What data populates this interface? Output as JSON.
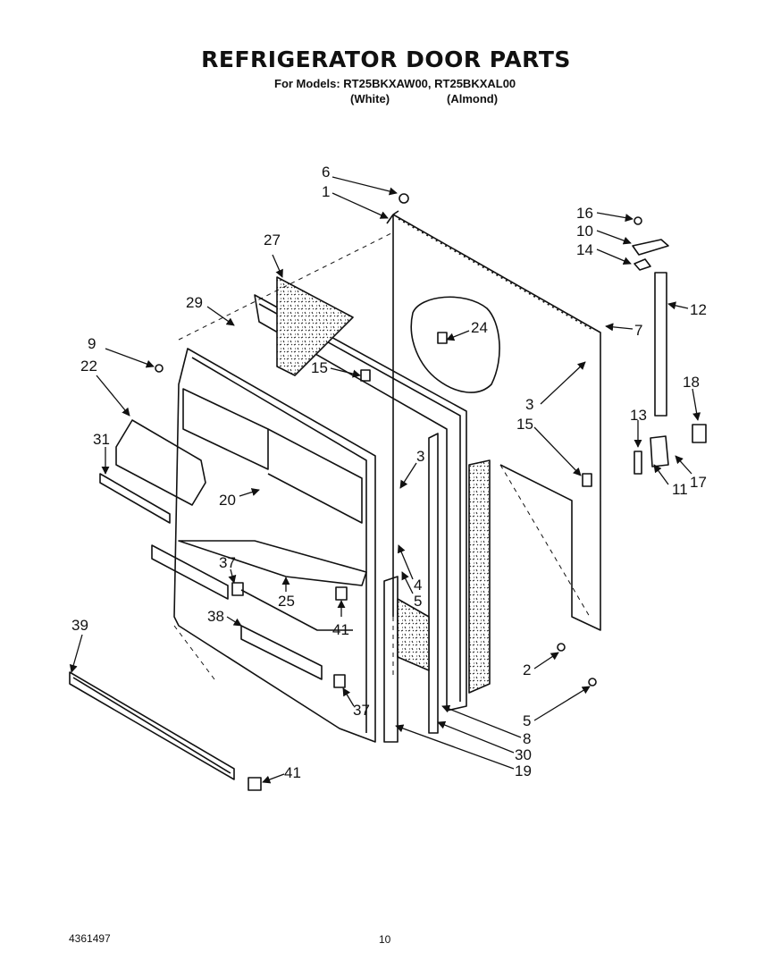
{
  "header": {
    "title": "REFRIGERATOR DOOR PARTS",
    "models_line": "For Models: RT25BKXAW00, RT25BKXAL00",
    "color_white": "(White)",
    "color_almond": "(Almond)"
  },
  "footer": {
    "part_number": "4361497",
    "page_number": "10"
  },
  "callouts": [
    {
      "id": "c6",
      "text": "6"
    },
    {
      "id": "c1",
      "text": "1"
    },
    {
      "id": "c27",
      "text": "27"
    },
    {
      "id": "c29",
      "text": "29"
    },
    {
      "id": "c9",
      "text": "9"
    },
    {
      "id": "c22",
      "text": "22"
    },
    {
      "id": "c15a",
      "text": "15"
    },
    {
      "id": "c24",
      "text": "24"
    },
    {
      "id": "c31",
      "text": "31"
    },
    {
      "id": "c3a",
      "text": "3"
    },
    {
      "id": "c20",
      "text": "20"
    },
    {
      "id": "c37a",
      "text": "37"
    },
    {
      "id": "c25",
      "text": "25"
    },
    {
      "id": "c4",
      "text": "4"
    },
    {
      "id": "c5a",
      "text": "5"
    },
    {
      "id": "c41a",
      "text": "41"
    },
    {
      "id": "c38",
      "text": "38"
    },
    {
      "id": "c39",
      "text": "39"
    },
    {
      "id": "c37b",
      "text": "37"
    },
    {
      "id": "c41b",
      "text": "41"
    },
    {
      "id": "c16",
      "text": "16"
    },
    {
      "id": "c10",
      "text": "10"
    },
    {
      "id": "c14",
      "text": "14"
    },
    {
      "id": "c12",
      "text": "12"
    },
    {
      "id": "c7",
      "text": "7"
    },
    {
      "id": "c3b",
      "text": "3"
    },
    {
      "id": "c15b",
      "text": "15"
    },
    {
      "id": "c18",
      "text": "18"
    },
    {
      "id": "c13",
      "text": "13"
    },
    {
      "id": "c17",
      "text": "17"
    },
    {
      "id": "c11",
      "text": "11"
    },
    {
      "id": "c2",
      "text": "2"
    },
    {
      "id": "c5b",
      "text": "5"
    },
    {
      "id": "c8",
      "text": "8"
    },
    {
      "id": "c30",
      "text": "30"
    },
    {
      "id": "c19",
      "text": "19"
    }
  ]
}
